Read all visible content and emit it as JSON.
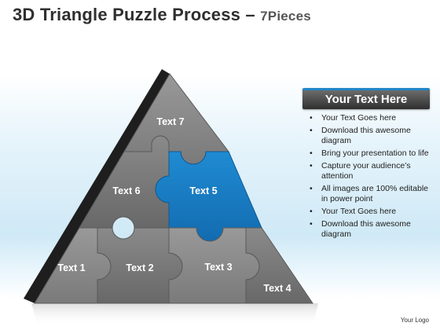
{
  "title": {
    "main": "3D Triangle Puzzle Process – ",
    "sub": "7Pieces"
  },
  "pieces": [
    {
      "label": "Text 7"
    },
    {
      "label": "Text 6"
    },
    {
      "label": "Text 5"
    },
    {
      "label": "Text 1"
    },
    {
      "label": "Text 2"
    },
    {
      "label": "Text 3"
    },
    {
      "label": "Text 4"
    }
  ],
  "colors": {
    "piece_gray": "#8e8e8e",
    "piece_gray_dark": "#6f6f6f",
    "highlight_blue": "#1a7ec4",
    "edge_dark": "#1e1e1e",
    "accent_bar": "#1f86c6"
  },
  "panel": {
    "header": "Your Text Here",
    "bullets": [
      "Your Text Goes here",
      "Download this awesome diagram",
      "Bring your presentation to life",
      "Capture your audience’s attention",
      "All images are 100% editable in power point",
      "Your Text Goes here",
      "Download this awesome diagram"
    ]
  },
  "footer": {
    "logo_text": "Your Logo"
  }
}
